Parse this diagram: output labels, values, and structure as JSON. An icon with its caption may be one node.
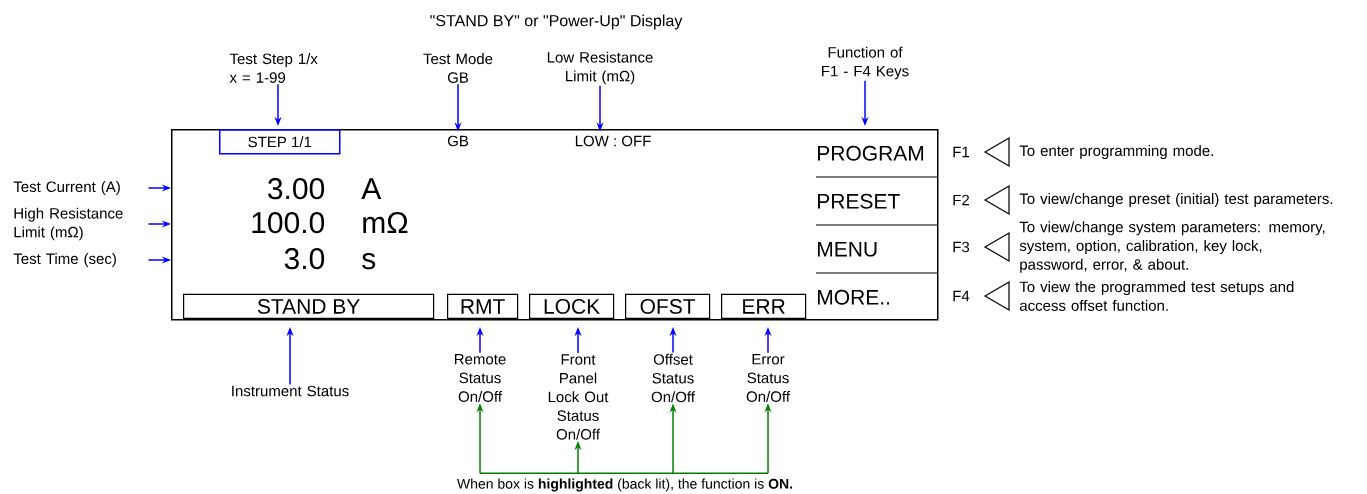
{
  "diagram": {
    "title": "\"STAND BY\" or \"Power-Up\" Display",
    "nodes": [
      {
        "text": [],
        "shape": "box"
      },
      {
        "text": [
          "STEP 1/1"
        ],
        "in": 0
      },
      {
        "text": [
          "GB"
        ],
        "in": 0
      },
      {
        "text": [
          "LOW : OFF"
        ],
        "in": 0
      },
      {
        "text": [
          "PROGRAM"
        ],
        "in": 0
      },
      {
        "text": [
          "PRESET"
        ],
        "in": 0
      },
      {
        "text": [
          "MENU"
        ],
        "in": 0
      },
      {
        "text": [
          "MORE.."
        ],
        "in": 0
      },
      {
        "text": [
          "3.00",
          "A"
        ],
        "in": 0
      },
      {
        "text": [
          "100.0",
          "mΩ"
        ],
        "in": 0
      },
      {
        "text": [
          "3.0",
          "s"
        ],
        "in": 0
      },
      {
        "text": [
          "STAND BY"
        ],
        "in": 0
      },
      {
        "text": [
          "RMT"
        ],
        "in": 0
      },
      {
        "text": [
          "LOCK"
        ],
        "in": 0
      },
      {
        "text": [
          "OFST"
        ],
        "in": 0
      },
      {
        "text": [
          "ERR"
        ],
        "in": 0
      },
      {
        "text": [
          "Test Step 1/x x = 1-99"
        ]
      },
      {
        "text": [
          "Test Mode GB"
        ]
      },
      {
        "text": [
          "Low Resistance Limit (mΩ)"
        ]
      },
      {
        "text": [
          "Function of F1 - F4 Keys"
        ]
      },
      {
        "text": [
          "Test Current (A)"
        ]
      },
      {
        "text": [
          "High Resistance Limit (mΩ)"
        ]
      },
      {
        "text": [
          "Test Time (sec)"
        ]
      },
      {
        "text": [
          "Instrument Status"
        ]
      },
      {
        "text": [
          "Remote Status On/Off"
        ]
      },
      {
        "text": [
          "Front Panel Lock Out Status On/Off"
        ]
      },
      {
        "text": [
          "Offset Status On/Off"
        ]
      },
      {
        "text": [
          "Error Status On/Off"
        ]
      },
      {
        "text": [
          "When box is **highlighted** (back lit), the function is **ON.**"
        ]
      }
    ],
    "edges": [
      {
        "from": 16,
        "to": 1,
        "arrow": "to"
      },
      {
        "from": 17,
        "to": 2,
        "arrow": "to"
      },
      {
        "from": 18,
        "to": 3,
        "arrow": "to"
      },
      {
        "from": 19,
        "to": 4,
        "arrow": "to"
      },
      {
        "from": 20,
        "to": 0,
        "arrow": "to"
      },
      {
        "from": 21,
        "to": 0,
        "arrow": "to"
      },
      {
        "from": 22,
        "to": 0,
        "arrow": "to"
      },
      {
        "from": 23,
        "to": 11,
        "arrow": "to"
      },
      {
        "from": 24,
        "to": 12,
        "arrow": "to"
      },
      {
        "from": 25,
        "to": 13,
        "arrow": "to"
      },
      {
        "from": 26,
        "to": 14,
        "arrow": "to"
      },
      {
        "from": 27,
        "to": 15,
        "arrow": "to"
      },
      {
        "from": 28,
        "to": 24,
        "arrow": "to",
        "color": "#008000"
      },
      {
        "from": 28,
        "to": 25,
        "arrow": "to",
        "color": "#008000"
      },
      {
        "from": 28,
        "to": 26,
        "arrow": "to",
        "color": "#008000"
      },
      {
        "from": 28,
        "to": 27,
        "arrow": "to",
        "color": "#008000"
      }
    ],
    "labels": [
      "F1",
      "To enter programming mode.",
      "F2",
      "To view/change preset (initial) test parameters.",
      "F3",
      "To view/change system parameters: memory, system, option, calibration, key lock, password, error, & about.",
      "F4",
      "To view the programmed test setups and access offset function."
    ]
  }
}
